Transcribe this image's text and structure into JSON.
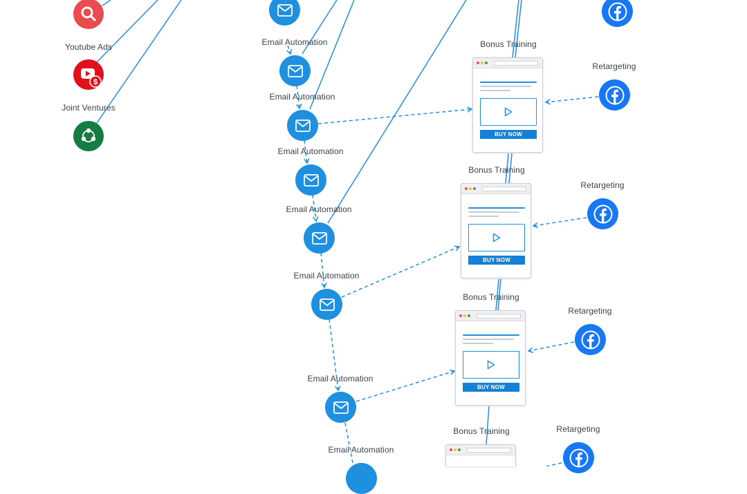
{
  "colors": {
    "accent": "#1f8fe0",
    "email_node": "#1f8fe0",
    "search_node": "#e94b4f",
    "youtube_node": "#e1101b",
    "jv_node": "#167c3f",
    "facebook_node": "#1877f2",
    "buy_button": "#1581d6"
  },
  "sources": [
    {
      "label": "",
      "icon": "search-icon",
      "color": "#e94b4f"
    },
    {
      "label": "Youtube Ads",
      "icon": "youtube-dollar-icon",
      "color": "#e1101b"
    },
    {
      "label": "Joint Ventures",
      "icon": "share-network-icon",
      "color": "#167c3f"
    }
  ],
  "email_steps": [
    {
      "label": ""
    },
    {
      "label": "Email Automation"
    },
    {
      "label": "Email Automation"
    },
    {
      "label": "Email Automation"
    },
    {
      "label": "Email Automation"
    },
    {
      "label": "Email Automation"
    },
    {
      "label": "Email Automation"
    },
    {
      "label": "Email Automation"
    }
  ],
  "email_step_labels_extra": [
    "Email Automation"
  ],
  "pages": [
    {
      "label": "Bonus Training",
      "button": "BUY NOW"
    },
    {
      "label": "Bonus Training",
      "button": "BUY NOW"
    },
    {
      "label": "Bonus Training",
      "button": "BUY NOW"
    },
    {
      "label": "Bonus Training",
      "button": ""
    }
  ],
  "retargeting": [
    {
      "label": "",
      "icon": "facebook-icon"
    },
    {
      "label": "Retargeting",
      "icon": "facebook-icon"
    },
    {
      "label": "Retargeting",
      "icon": "facebook-icon"
    },
    {
      "label": "Retargeting",
      "icon": "facebook-icon"
    },
    {
      "label": "Retargeting",
      "icon": "facebook-icon"
    }
  ]
}
